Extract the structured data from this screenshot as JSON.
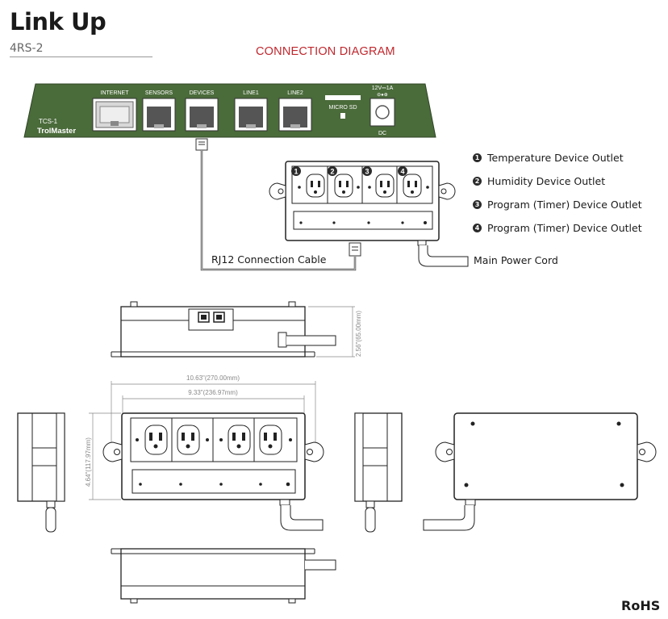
{
  "header": {
    "title": "Link Up",
    "model": "4RS-2"
  },
  "diagram": {
    "title": "CONNECTION DIAGRAM",
    "controller": {
      "brand_line1": "TCS-1",
      "brand_line2": "TrolMaster",
      "ports": [
        "INTERNET",
        "SENSORS",
        "DEVICES",
        "LINE1",
        "LINE2"
      ],
      "microsd": "MICRO SD",
      "power_rating": "12V⎓1A",
      "dc": "DC"
    },
    "outlet_badges": [
      "1",
      "2",
      "3",
      "4"
    ],
    "cable_label": "RJ12 Connection Cable",
    "power_cord_label": "Main Power Cord",
    "legend": [
      {
        "num": "1",
        "text": "Temperature Device Outlet"
      },
      {
        "num": "2",
        "text": "Humidity Device Outlet"
      },
      {
        "num": "3",
        "text": "Program (Timer) Device Outlet"
      },
      {
        "num": "4",
        "text": "Program (Timer) Device Outlet"
      }
    ]
  },
  "dimensions": {
    "height": "2.56\"(65.00mm)",
    "total_width": "10.63\"(270.00mm)",
    "body_width": "9.33\"(236.97mm)",
    "depth": "4.64\"(117.97mm)"
  },
  "footer": {
    "rohs": "RoHS"
  },
  "colors": {
    "controller_green": "#4a6b3a",
    "accent_red": "#c0272d"
  }
}
